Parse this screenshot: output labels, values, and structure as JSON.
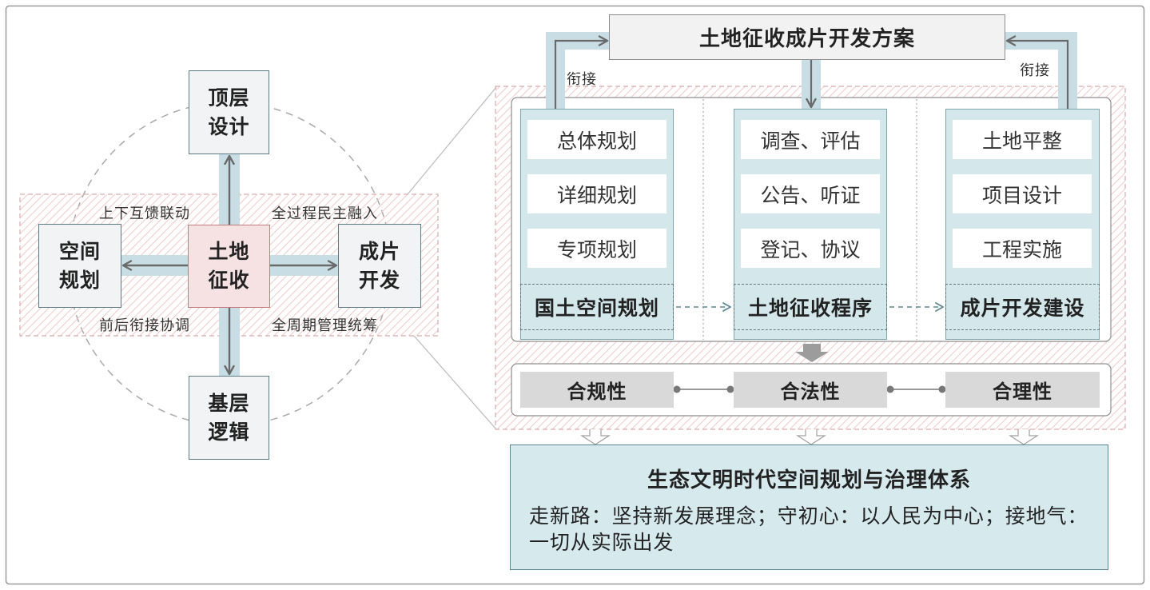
{
  "left": {
    "top_node": {
      "lines": [
        "顶层",
        "设计"
      ]
    },
    "bottom_node": {
      "lines": [
        "基层",
        "逻辑"
      ]
    },
    "left_node": {
      "lines": [
        "空间",
        "规划"
      ]
    },
    "right_node": {
      "lines": [
        "成片",
        "开发"
      ]
    },
    "center_node": {
      "lines": [
        "土地",
        "征收"
      ]
    },
    "labels": {
      "top_left": "上下互馈联动",
      "top_right": "全过程民主融入",
      "bottom_left": "前后衔接协调",
      "bottom_right": "全周期管理统筹"
    }
  },
  "right": {
    "plan_title": "土地征收成片开发方案",
    "link_label_left": "衔接",
    "link_label_right": "衔接",
    "columns": [
      {
        "items": [
          "总体规划",
          "详细规划",
          "专项规划"
        ],
        "stage": "国土空间规划",
        "principle": "合规性"
      },
      {
        "items": [
          "调查、评估",
          "公告、听证",
          "登记、协议"
        ],
        "stage": "土地征收程序",
        "principle": "合法性"
      },
      {
        "items": [
          "土地平整",
          "项目设计",
          "工程实施"
        ],
        "stage": "成片开发建设",
        "principle": "合理性"
      }
    ]
  },
  "summary": {
    "title": "生态文明时代空间规划与治理体系",
    "body_lines": [
      "走新路：坚持新发展理念；守初心：以人民为中心；接地气：",
      "一切从实际出发"
    ]
  },
  "colors": {
    "node_border": "#5e7a83",
    "node_fill": "#f1f3f4",
    "center_fill": "#f6e2e2",
    "center_border": "#c27a7a",
    "link_band": "#c9dee4",
    "column_fill": "#d4e7eb",
    "principle_fill": "#d9d9d9",
    "summary_fill": "#d6eaee",
    "hatch": "#f2c9c9"
  }
}
